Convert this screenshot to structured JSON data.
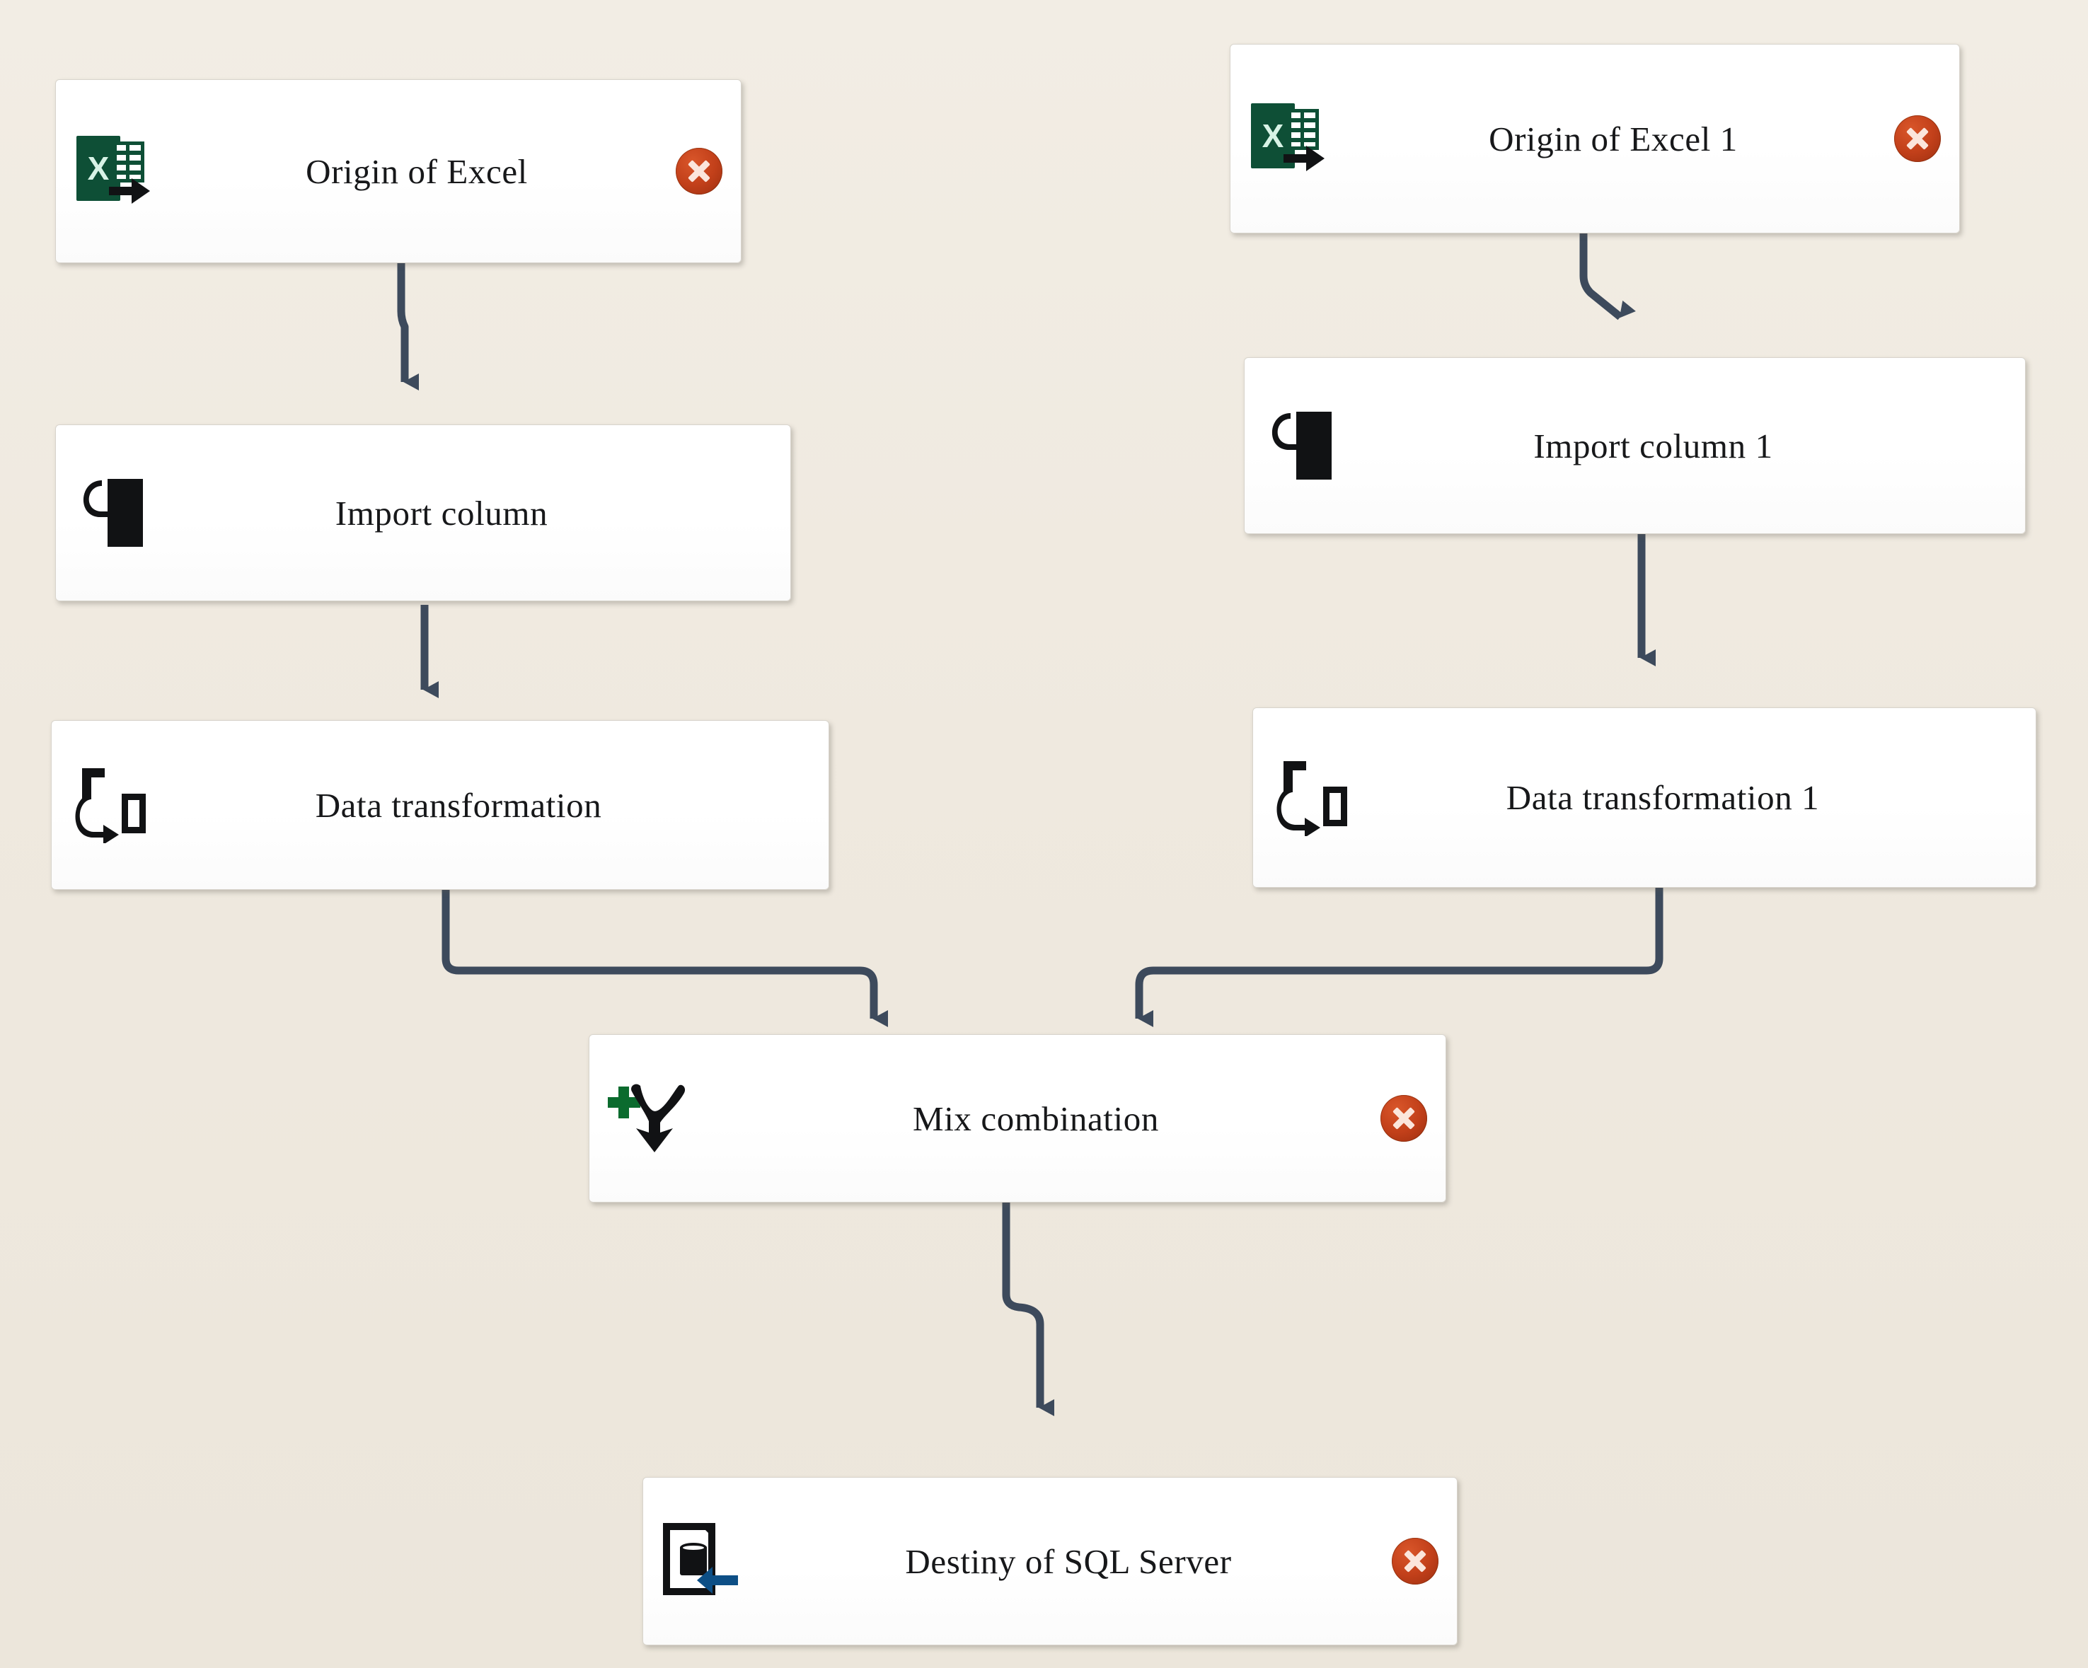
{
  "canvas": {
    "background_color": "#efeae0",
    "connector_color": "#3d4a5c",
    "node_background": "#ffffff",
    "node_border_color": "#d8d4cc",
    "error_badge_color": "#c2401a",
    "excel_green": "#0e4f36",
    "merge_plus_green": "#0b6b2e",
    "sql_arrow_blue": "#0d4f86"
  },
  "diagram": {
    "type": "data-flow",
    "title": "",
    "nodes": [
      {
        "id": "origin-of-excel",
        "label": "Origin of Excel",
        "icon": "excel-source-icon",
        "has_error_badge": true,
        "badge_label": "error-badge"
      },
      {
        "id": "import-column",
        "label": "Import column",
        "icon": "import-column-icon",
        "has_error_badge": false,
        "badge_label": ""
      },
      {
        "id": "data-transformation",
        "label": "Data transformation",
        "icon": "data-transformation-icon",
        "has_error_badge": false,
        "badge_label": ""
      },
      {
        "id": "origin-of-excel-1",
        "label": "Origin of Excel 1",
        "icon": "excel-source-icon",
        "has_error_badge": true,
        "badge_label": "error-badge"
      },
      {
        "id": "import-column-1",
        "label": "Import column 1",
        "icon": "import-column-icon",
        "has_error_badge": false,
        "badge_label": ""
      },
      {
        "id": "data-transformation-1",
        "label": "Data transformation 1",
        "icon": "data-transformation-icon",
        "has_error_badge": false,
        "badge_label": ""
      },
      {
        "id": "mix-combination",
        "label": "Mix combination",
        "icon": "merge-combination-icon",
        "has_error_badge": true,
        "badge_label": "error-badge"
      },
      {
        "id": "destiny-of-sql-server",
        "label": "Destiny of SQL Server",
        "icon": "sql-server-destination-icon",
        "has_error_badge": true,
        "badge_label": "error-badge"
      }
    ],
    "edges": [
      {
        "from": "origin-of-excel",
        "to": "import-column"
      },
      {
        "from": "import-column",
        "to": "data-transformation"
      },
      {
        "from": "origin-of-excel-1",
        "to": "import-column-1"
      },
      {
        "from": "import-column-1",
        "to": "data-transformation-1"
      },
      {
        "from": "data-transformation",
        "to": "mix-combination"
      },
      {
        "from": "data-transformation-1",
        "to": "mix-combination"
      },
      {
        "from": "mix-combination",
        "to": "destiny-of-sql-server"
      }
    ]
  }
}
